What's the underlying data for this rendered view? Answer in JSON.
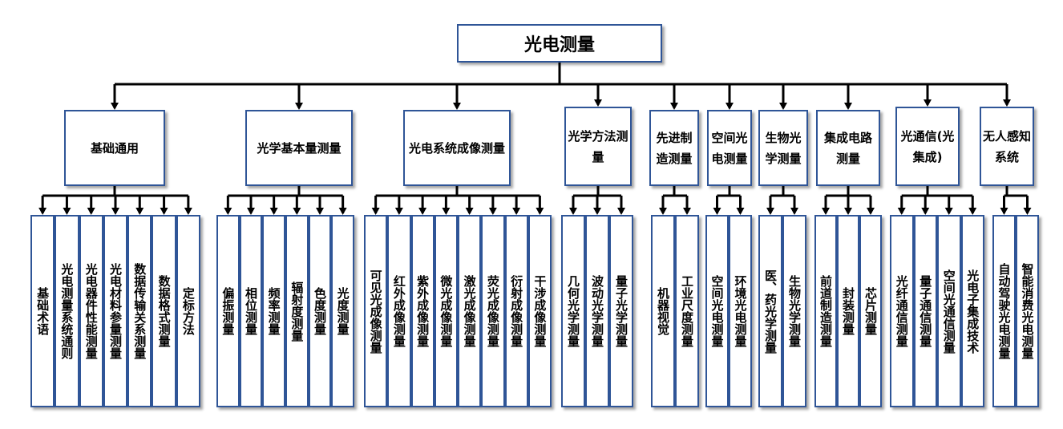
{
  "root": "光电测量",
  "categories": [
    {
      "label": "基础通用",
      "leaves": [
        "基础术语",
        "光电测量系统通则",
        "光电器件性能测量",
        "光电材料参量测量",
        "数据传输关系测量",
        "数据格式测量",
        "定标方法"
      ]
    },
    {
      "label": "光学基本量测量",
      "leaves": [
        "偏振测量",
        "相位测量",
        "频率测量",
        "辐射度测量",
        "色度测量",
        "光度测量"
      ]
    },
    {
      "label": "光电系统成像测量",
      "leaves": [
        "可见光成像测量",
        "红外成像测量",
        "紫外成像测量",
        "微光成像测量",
        "激光成像测量",
        "荧光成像测量",
        "衍射成像测量",
        "干涉成像测量"
      ]
    },
    {
      "label": "光学方法测量",
      "leaves": [
        "几何光学测量",
        "波动光学测量",
        "量子光学测量"
      ]
    },
    {
      "label": "先进制造测量",
      "leaves": [
        "机器视觉",
        "工业尺度测量"
      ]
    },
    {
      "label": "空间光电测量",
      "leaves": [
        "空间光电测量",
        "环境光电测量"
      ]
    },
    {
      "label": "生物光学测量",
      "leaves": [
        "医、药光学测量",
        "生物光学测量"
      ]
    },
    {
      "label": "集成电路测量",
      "leaves": [
        "前道制造测量",
        "封装测量",
        "芯片测量"
      ]
    },
    {
      "label": "光通信(光集成)",
      "leaves": [
        "光纤通信测量",
        "量子通信测量",
        "空间光通信测量",
        "光电子集成技术"
      ]
    },
    {
      "label": "无人感知系统",
      "leaves": [
        "自动驾驶光电测量",
        "智能消费光电测量"
      ]
    }
  ]
}
